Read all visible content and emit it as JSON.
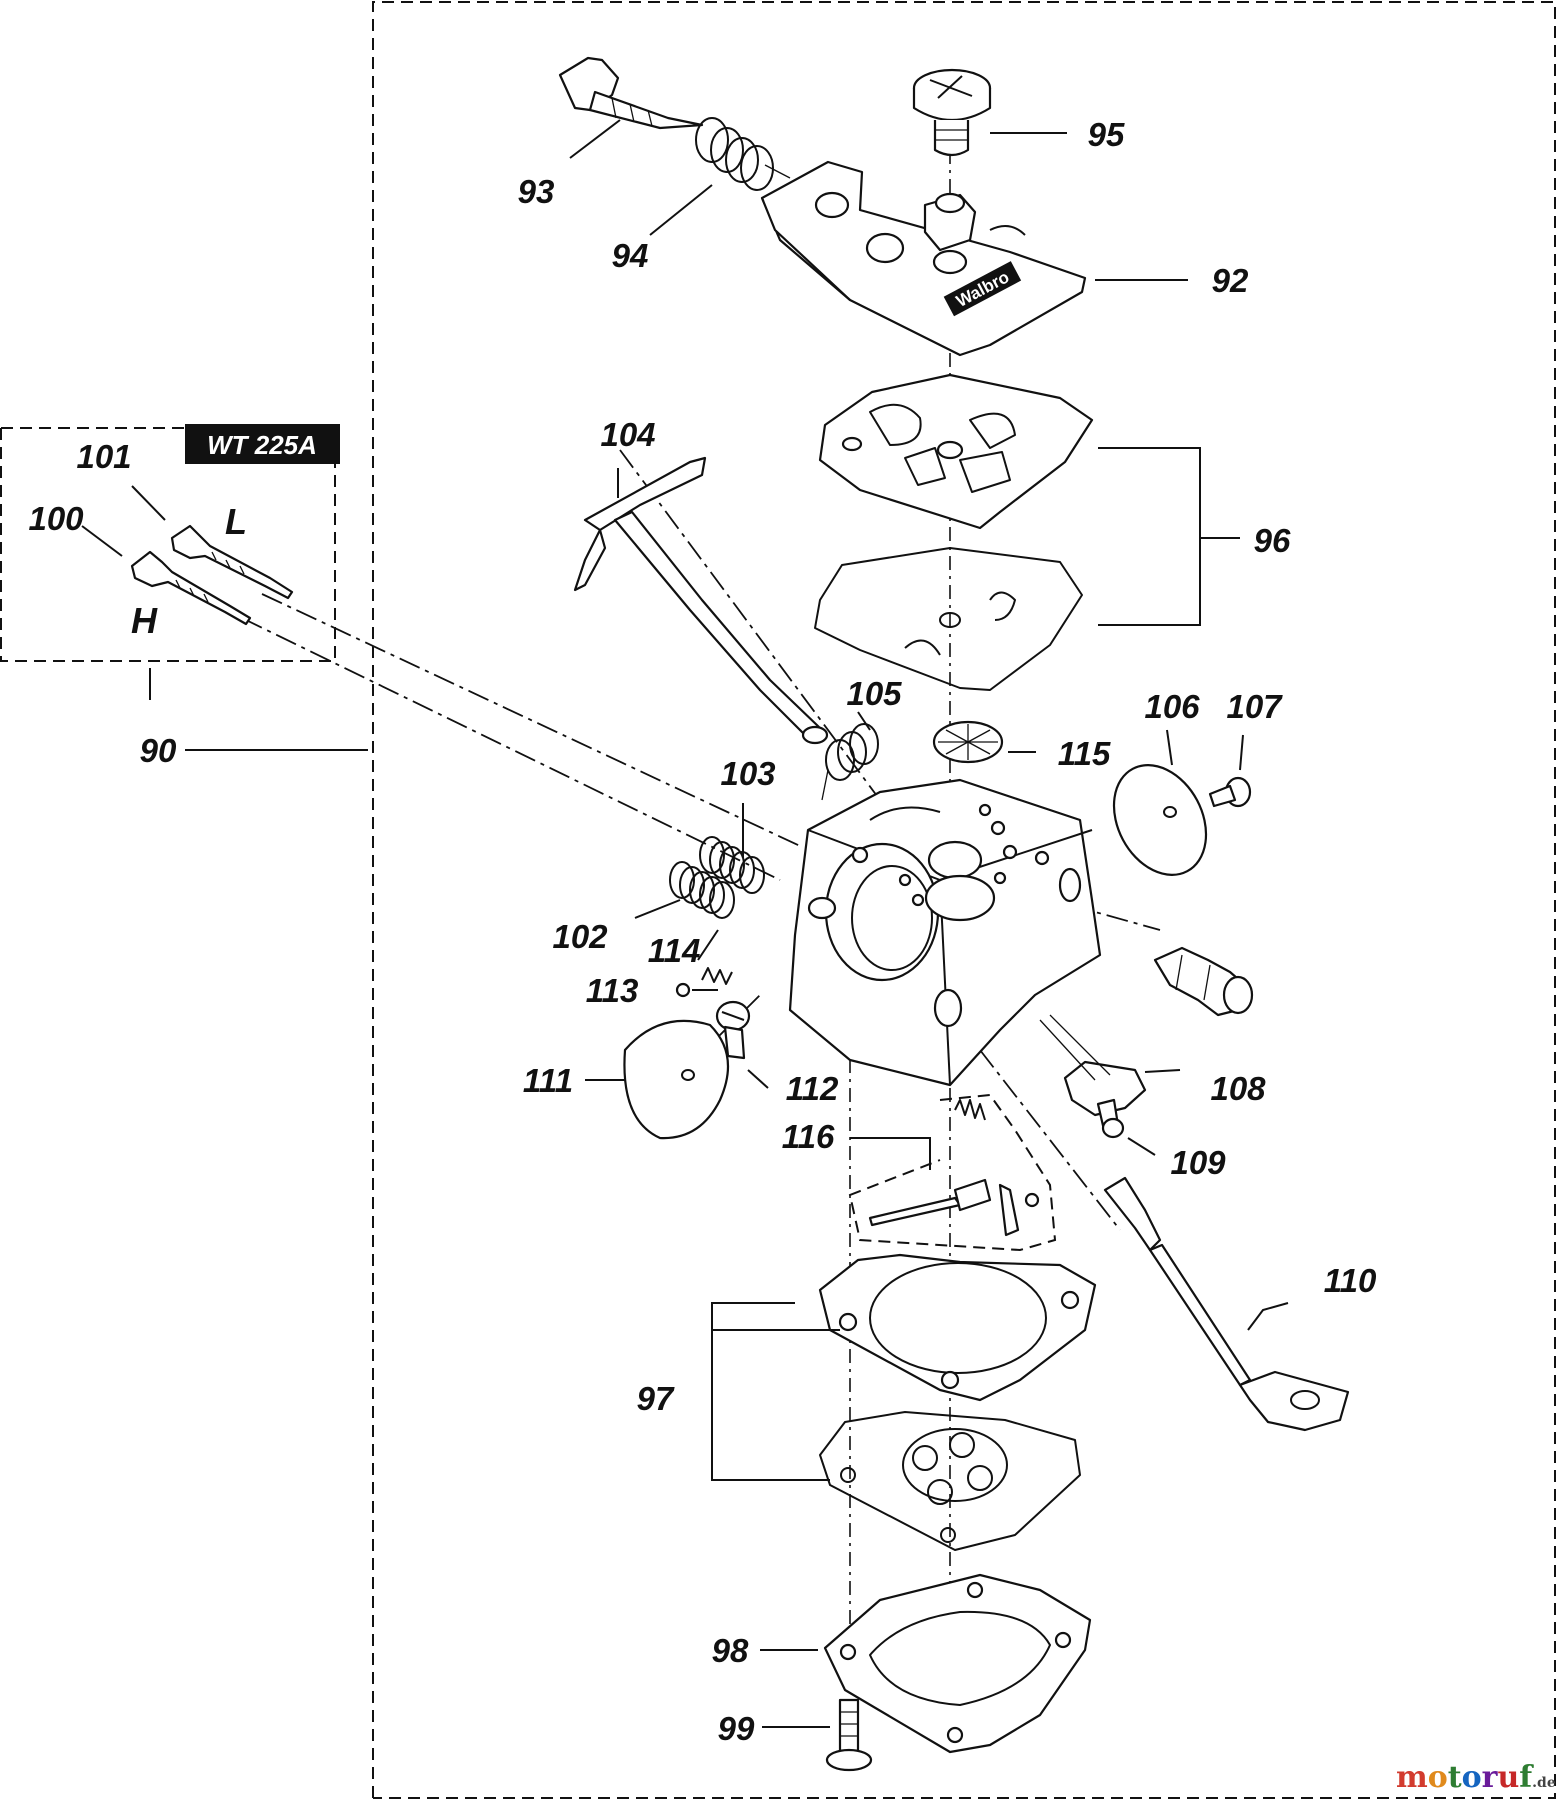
{
  "kit_badge": "WT 225A",
  "jet_letters": {
    "low": "L",
    "high": "H"
  },
  "brand_stamp": "Walbro",
  "watermark": {
    "letters": [
      {
        "ch": "m",
        "color": "#d23b2e"
      },
      {
        "ch": "o",
        "color": "#e08a1c"
      },
      {
        "ch": "t",
        "color": "#2e7d32"
      },
      {
        "ch": "o",
        "color": "#1565c0"
      },
      {
        "ch": "r",
        "color": "#6a1b9a"
      },
      {
        "ch": "u",
        "color": "#c62828"
      },
      {
        "ch": "f",
        "color": "#2e7d32"
      }
    ],
    "suffix": ".de"
  },
  "part_numbers": {
    "p90": "90",
    "p92": "92",
    "p93": "93",
    "p94": "94",
    "p95": "95",
    "p96": "96",
    "p97": "97",
    "p98": "98",
    "p99": "99",
    "p100": "100",
    "p101": "101",
    "p102": "102",
    "p103": "103",
    "p104": "104",
    "p105": "105",
    "p106": "106",
    "p107": "107",
    "p108": "108",
    "p109": "109",
    "p110": "110",
    "p111": "111",
    "p112": "112",
    "p113": "113",
    "p114": "114",
    "p115": "115",
    "p116": "116"
  }
}
